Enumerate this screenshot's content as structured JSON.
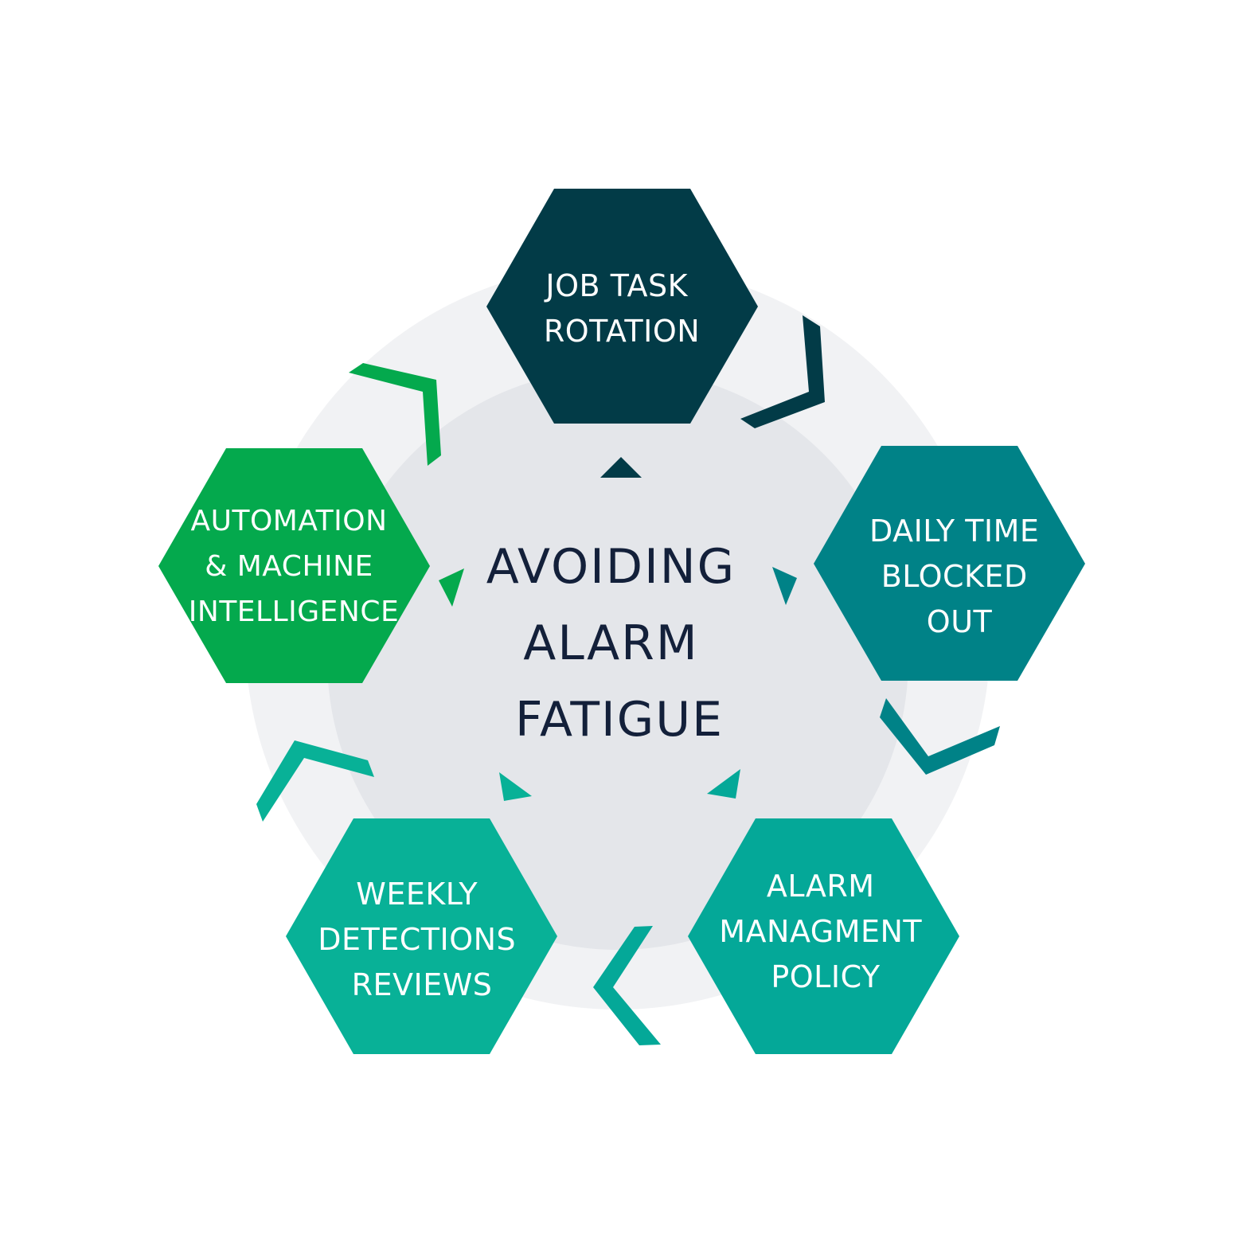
{
  "center": {
    "lines": [
      "AVOIDING",
      "ALARM",
      "FATIGUE"
    ]
  },
  "steps": [
    {
      "id": "job-task-rotation",
      "lines": [
        "JOB TASK",
        "ROTATION"
      ],
      "color": "#023b47"
    },
    {
      "id": "daily-time-blocked-out",
      "lines": [
        "DAILY TIME",
        "BLOCKED",
        "OUT"
      ],
      "color": "#008287"
    },
    {
      "id": "alarm-managment-policy",
      "lines": [
        "ALARM",
        "MANAGMENT",
        "POLICY"
      ],
      "color": "#04a898"
    },
    {
      "id": "weekly-detections-reviews",
      "lines": [
        "WEEKLY",
        "DETECTIONS",
        "REVIEWS"
      ],
      "color": "#08b197"
    },
    {
      "id": "automation-machine-intelligence",
      "lines": [
        "AUTOMATION",
        "& MACHINE",
        "INTELLIGENCE"
      ],
      "color": "#04a94d"
    }
  ],
  "colors": {
    "background": "#ffffff",
    "outer_ring": "#f1f2f4",
    "inner_circle": "#e4e6ea",
    "center_text": "#13203a"
  }
}
